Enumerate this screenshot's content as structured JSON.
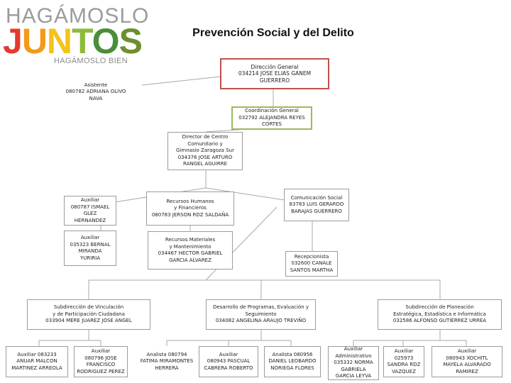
{
  "logo": {
    "top_text": "HAGÁMOSLO",
    "main_text": "JUNTOS",
    "bottom_text": "HAGÁMOSLO BIEN",
    "colors": [
      "#e23b2e",
      "#f39a1b",
      "#f4c21b",
      "#8cbc3a",
      "#4b8d3a",
      "#6d8f2f"
    ]
  },
  "title": "Prevención Social y del Delito",
  "nodes": {
    "direccion_general": "Dirección General\n034214 JOSE ELIAS GANEM\nGUERRERO",
    "asistente": "Asistente\n080782 ADRIANA OLIVO\nNAVA",
    "coordinacion_general": "Coordinación General\n032792 ALEJANDRA REYES\nCORTES",
    "director_centro": "Director de Centro\nComunitario y\nGimnasio Zaragoza Sur\n034376 JOSE ARTURO\nRANGEL AGUIRRE",
    "auxiliar_ismael": "Auxiliar\n080787 ISMAEL\nGLEZ\nHERNANDEZ",
    "recursos_humanos": "Recursos Humanos\ny Financieros\n080783 JERSON RDZ SALDAÑA",
    "comunicacion_social": "Comunicación Social\n83783 LUIS GERARDO\nBARAJAS GUERRERO",
    "auxiliar_bernal": "Auxiliar\n035323 BERNAL\nMIRANDA\nYURIRIA",
    "recursos_materiales": "Recursos Materiales\ny Mantenimiento\n034467 HECTOR GABRIEL\nGARCIA ALVAREZ",
    "recepcionista": "Recepcionista\n032600 CANALE\nSANTOS MARTHA",
    "subdireccion_vinculacion": "Subdirección de Vinculación\ny de Participación Ciudadana\n033904 MERE JUAREZ JOSE ANGEL",
    "desarrollo_programas": "Desarrollo de Programas, Evaluación y\nSeguimiento\n034082 ANGELINA ARAUJO TREVIÑO",
    "subdireccion_planeacion": "Subdirección de Planeación\nEstratégica, Estadística e Informática\n032586 ALFONSO GUTIERREZ URREA",
    "auxiliar_anuar": "Auxiliar 083233\nANUAR MALCON\nMARTINEZ ARREOLA",
    "auxiliar_jose_francisco": "Auxiliar\n080796 JOSE\nFRANCISCO\nRODRIGUEZ PEREZ",
    "analista_fatima": "Analista 080794\nFATIMA MIRAMONTES\nHERRERA",
    "auxiliar_pascual": "Auxiliar\n080943 PASCUAL\nCABRERA ROBERTO",
    "analista_daniel": "Analista 080956\nDANIEL LEOBARDO\nNORIEGA FLORES",
    "auxiliar_norma": "Auxiliar\nAdministrativo\n035332 NORMA\nGABRIELA\nGARCIA LEYVA",
    "auxiliar_sandra": "Auxiliar\n025973\nSANDRA RDZ\nVAZQUEZ",
    "auxiliar_xochitl": "Auxiliar\n080943 XOCHITL\nMAYELA ALVARADO\nRAMIREZ"
  },
  "colors": {
    "box_border": "#9c9c9c",
    "direccion_border": "#c0504d",
    "coordinacion_border": "#9bbb59",
    "connector": "#a8a8a8"
  }
}
